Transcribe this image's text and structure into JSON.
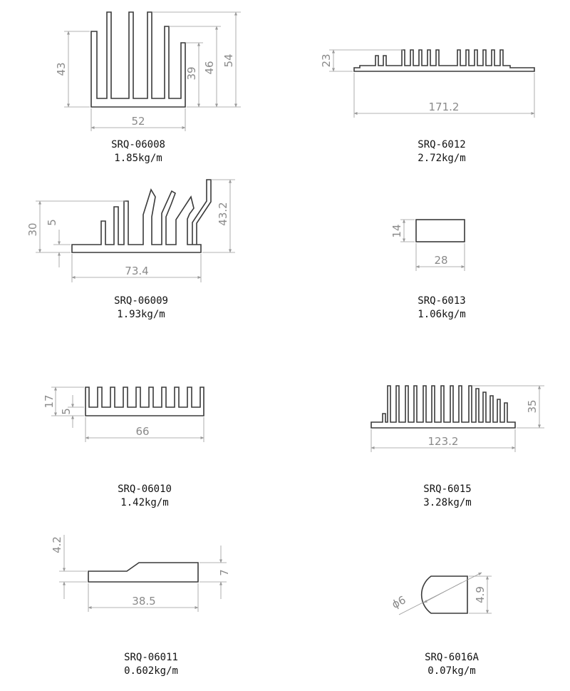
{
  "products": [
    {
      "id": "p06008",
      "model": "SRQ-06008",
      "weight": "1.85kg/m",
      "dims": {
        "width": "52",
        "height_total": "54",
        "height_b": "46",
        "height_c": "39",
        "height_left": "43"
      }
    },
    {
      "id": "p6012",
      "model": "SRQ-6012",
      "weight": "2.72kg/m",
      "dims": {
        "width": "171.2",
        "height": "23"
      }
    },
    {
      "id": "p06009",
      "model": "SRQ-06009",
      "weight": "1.93kg/m",
      "dims": {
        "width": "73.4",
        "height_right": "43.2",
        "height_left": "30",
        "base": "5"
      }
    },
    {
      "id": "p6013",
      "model": "SRQ-6013",
      "weight": "1.06kg/m",
      "dims": {
        "width": "28",
        "height": "14"
      }
    },
    {
      "id": "p06010",
      "model": "SRQ-06010",
      "weight": "1.42kg/m",
      "dims": {
        "width": "66",
        "height": "17",
        "base": "5"
      }
    },
    {
      "id": "p6015",
      "model": "SRQ-6015",
      "weight": "3.28kg/m",
      "dims": {
        "width": "123.2",
        "height": "35"
      }
    },
    {
      "id": "p06011",
      "model": "SRQ-06011",
      "weight": "0.602kg/m",
      "dims": {
        "width": "38.5",
        "height_left": "4.2",
        "height_right": "7"
      }
    },
    {
      "id": "p6016A",
      "model": "SRQ-6016A",
      "weight": "0.07kg/m",
      "dims": {
        "diameter": "ϕ6",
        "height": "4.9"
      }
    }
  ]
}
